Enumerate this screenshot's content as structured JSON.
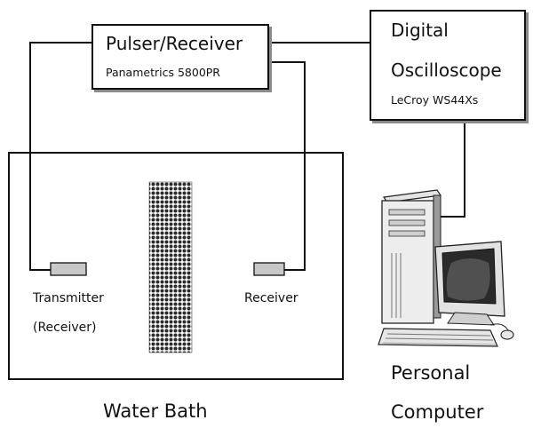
{
  "diagram": {
    "pulser_receiver": {
      "title": "Pulser/Receiver",
      "model": "Panametrics 5800PR"
    },
    "oscilloscope": {
      "title_line1": "Digital",
      "title_line2": "Oscilloscope",
      "model": "LeCroy WS44Xs"
    },
    "water_bath": {
      "label": "Water Bath"
    },
    "transmitter": {
      "line1": "Transmitter",
      "line2": "(Receiver)"
    },
    "receiver": {
      "label": "Receiver"
    },
    "computer": {
      "line1": "Personal",
      "line2": "Computer"
    }
  },
  "colors": {
    "line": "#111111",
    "shadow": "#8a8a8a",
    "transducer_fill": "#c8c8c8",
    "sample_fill": "#2b2b2b"
  },
  "icons": [
    "personal-computer-icon",
    "transducer-icon",
    "sample-icon"
  ]
}
